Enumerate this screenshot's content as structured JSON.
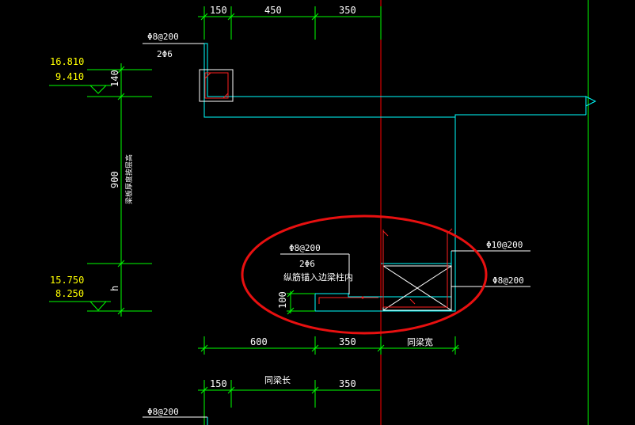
{
  "colors": {
    "background": "#000000",
    "dimension_line": "#00ff00",
    "section_outline": "#00ffff",
    "rebar": "#ff2020",
    "axis_line": "#ff0000",
    "highlight_ellipse": "#e81010",
    "level_text": "#ffff00",
    "annotation_text": "#ffffff"
  },
  "top_dims": [
    "150",
    "450",
    "350"
  ],
  "top_rebar": {
    "stirrup": "Φ8@200",
    "bars": "2Φ6"
  },
  "levels_upper": {
    "top": "16.810",
    "bottom": "9.410"
  },
  "levels_lower": {
    "top": "15.750",
    "bottom": "8.250"
  },
  "vertical_dims": {
    "top": "140",
    "middle": "900",
    "bottom": "h"
  },
  "vertical_note": "梁板厚度按层高",
  "detail": {
    "stirrup": "Φ8@200",
    "bars": "2Φ6",
    "note": "纵筋锚入边梁柱内",
    "height_dim": "100",
    "right_stirrup_1": "Φ10@200",
    "right_stirrup_2": "Φ8@200"
  },
  "mid_dims": [
    "600",
    "350",
    "同梁宽"
  ],
  "bottom_dims": [
    "150",
    "同梁长",
    "350"
  ],
  "bottom_rebar": {
    "stirrup": "Φ8@200"
  }
}
